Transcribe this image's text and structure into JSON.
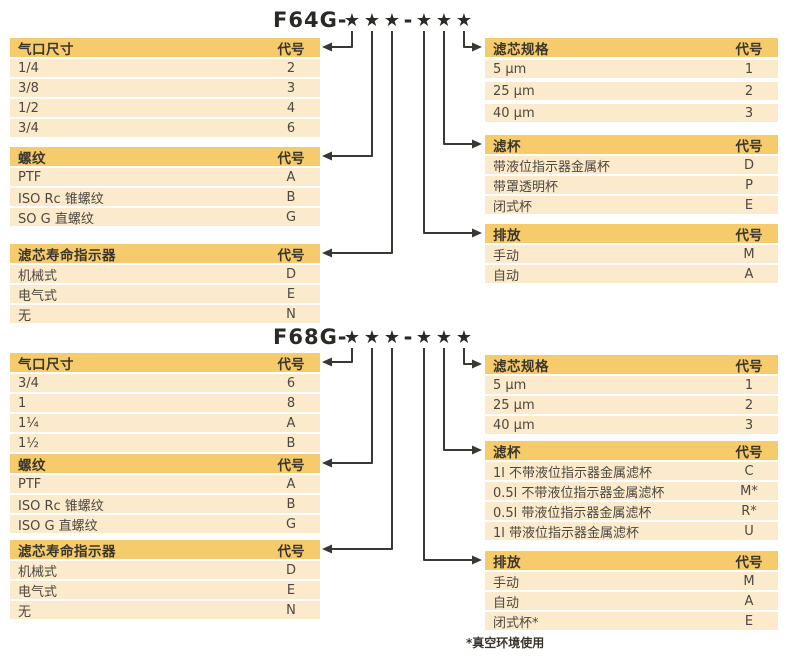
{
  "code_col_label": "代号",
  "footnote": "*真空环境使用",
  "colors": {
    "header_bg": "#F6CB6C",
    "row_bg": "#FBEACB",
    "line": "#3A3833",
    "title_text": "#2B2925"
  },
  "sections": [
    {
      "id": "f64g",
      "title": "F64G-★★★-★★★",
      "tables": {
        "port": {
          "header": "气口尺寸",
          "rows": [
            [
              "1/4",
              "2"
            ],
            [
              "3/8",
              "3"
            ],
            [
              "1/2",
              "4"
            ],
            [
              "3/4",
              "6"
            ]
          ]
        },
        "thread": {
          "header": "螺纹",
          "rows": [
            [
              "PTF",
              "A"
            ],
            [
              "ISO Rc 锥螺纹",
              "B"
            ],
            [
              "SO G 直螺纹",
              "G"
            ]
          ]
        },
        "indicator": {
          "header": "滤芯寿命指示器",
          "rows": [
            [
              "机械式",
              "D"
            ],
            [
              "电气式",
              "E"
            ],
            [
              "无",
              "N"
            ]
          ]
        },
        "spec": {
          "header": "滤芯规格",
          "rows": [
            [
              "5 µm",
              "1"
            ],
            [
              "25 µm",
              "2"
            ],
            [
              "40 µm",
              "3"
            ]
          ]
        },
        "bowl": {
          "header": "滤杯",
          "rows": [
            [
              "带液位指示器金属杯",
              "D"
            ],
            [
              "带罩透明杯",
              "P"
            ],
            [
              "闭式杯",
              "E"
            ]
          ]
        },
        "drain": {
          "header": "排放",
          "rows": [
            [
              "手动",
              "M"
            ],
            [
              "自动",
              "A"
            ]
          ]
        }
      }
    },
    {
      "id": "f68g",
      "title": "F68G-★★★-★★★",
      "tables": {
        "port": {
          "header": "气口尺寸",
          "rows": [
            [
              "3/4",
              "6"
            ],
            [
              "1",
              "8"
            ],
            [
              "1¼",
              "A"
            ],
            [
              "1½",
              "B"
            ]
          ]
        },
        "thread": {
          "header": "螺纹",
          "rows": [
            [
              "PTF",
              "A"
            ],
            [
              "ISO Rc 锥螺纹",
              "B"
            ],
            [
              "ISO G 直螺纹",
              "G"
            ]
          ]
        },
        "indicator": {
          "header": "滤芯寿命指示器",
          "rows": [
            [
              "机械式",
              "D"
            ],
            [
              "电气式",
              "E"
            ],
            [
              "无",
              "N"
            ]
          ]
        },
        "spec": {
          "header": "滤芯规格",
          "rows": [
            [
              "5 µm",
              "1"
            ],
            [
              "25 µm",
              "2"
            ],
            [
              "40 µm",
              "3"
            ]
          ]
        },
        "bowl": {
          "header": "滤杯",
          "rows": [
            [
              "1l 不带液位指示器金属滤杯",
              "C"
            ],
            [
              "0.5l 不带液位指示器金属滤杯",
              "M*"
            ],
            [
              "0.5l 带液位指示器金属滤杯",
              "R*"
            ],
            [
              "1l 带液位指示器金属滤杯",
              "U"
            ]
          ]
        },
        "drain": {
          "header": "排放",
          "rows": [
            [
              "手动",
              "M"
            ],
            [
              "自动",
              "A"
            ],
            [
              "闭式杯*",
              "E"
            ]
          ]
        }
      }
    }
  ]
}
